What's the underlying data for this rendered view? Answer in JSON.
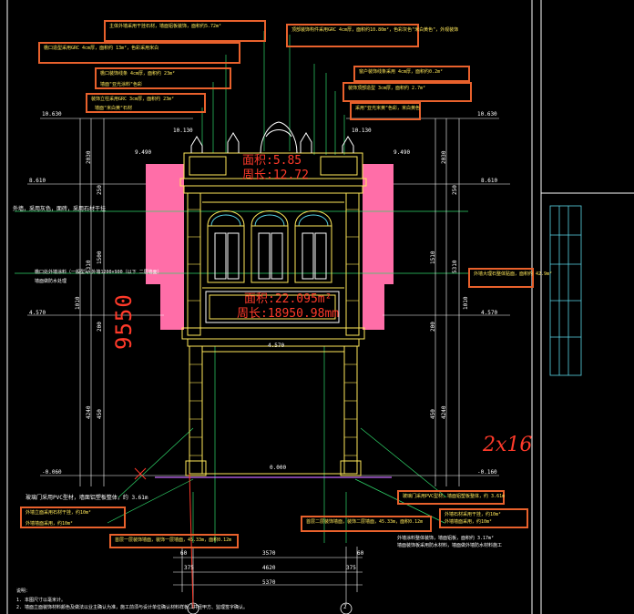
{
  "drawing": {
    "annotations_top": [
      {
        "id": "a1",
        "text": "主体外墙采用干挂石材，墙面铝板装饰，面积约5.72m²"
      },
      {
        "id": "a2",
        "text": "顶部装饰构件采用GRC 4cm厚，面积约10.80m²，色彩灰色\"米白黄色\"，外观装饰"
      },
      {
        "id": "a3",
        "text": "檐口造型采用GRC 4cm厚，面积约 13m²，色彩采用米白"
      },
      {
        "id": "a4",
        "text": "檐口装饰线条 4cm厚，面积约 23m²"
      },
      {
        "id": "a5",
        "text": "墙面\"亚光涂料\"色彩"
      },
      {
        "id": "a6",
        "text": "装饰立柱采用GRC 3cm厚，面积约 23m²"
      },
      {
        "id": "a7",
        "text": "墙面\"米白黄\"石材"
      },
      {
        "id": "a8",
        "text": "窗户装饰线条采用 4cm厚，面积约0.2m²"
      },
      {
        "id": "a9",
        "text": "装饰顶部造型 3cm厚，面积约 2.7m²"
      },
      {
        "id": "a10",
        "text": "采用\"亚光米黄\"色彩，米白黄色"
      }
    ],
    "annotations_right": [
      {
        "id": "r1",
        "text": "外墙大理石整体贴面，面积约 42.9m²"
      }
    ],
    "annotations_bottom": [
      {
        "id": "b1",
        "text": "玻璃门采用PVC型材，墙面铝塑板整体，约 3.61m"
      },
      {
        "id": "b2",
        "text": "外墙立面采用石材干挂，约10m²"
      },
      {
        "id": "b3",
        "text": "外墙墙面采用，约10m²"
      },
      {
        "id": "b4",
        "text": "首层一层装饰墙面，装饰一层墙面，45.33m，面积0.12m"
      },
      {
        "id": "b5",
        "text": "首层二层装饰墙面，装饰二层墙面，45.33m，面积0.12m"
      },
      {
        "id": "b6",
        "text": "玻璃门采用PVC型材，墙面铝塑板整体，约 3.61m"
      },
      {
        "id": "b7",
        "text": "外墙石材采用干挂，约10m²"
      },
      {
        "id": "b8",
        "text": "外墙墙面采用，约10m²"
      }
    ],
    "misc_labels": [
      {
        "id": "m1",
        "text": "外墙，采用灰色，面砖，采用石材干挂"
      },
      {
        "id": "m2",
        "text": "檐口处外墙涂料（一般型），外墙1200×900（以下 二层墙面）"
      },
      {
        "id": "m3",
        "text": "墙面做防水处理"
      },
      {
        "id": "m4",
        "text": "外墙涂料整体装饰，墙面铝板，面积约 3.17m²"
      },
      {
        "id": "m5",
        "text": "墙面装饰板采用防水材料，墙面做外墙防水材料施工"
      }
    ],
    "area_labels": {
      "top_area": "面积:5.85",
      "top_perim": "周长:12.72",
      "mid_area": "面积:22.095m²",
      "mid_perim": "周长:18950.98mm"
    },
    "big_dim": "9550",
    "hand_note": "2x16",
    "levels_left": [
      "10.630",
      "8.610",
      "4.570",
      "-0.060"
    ],
    "levels_right": [
      "10.630",
      "8.610",
      "4.570",
      "-0.160"
    ],
    "levels_inner": [
      "10.130",
      "9.490",
      "4.570",
      "0.000",
      "10.130",
      "9.490"
    ],
    "vdims_left": [
      "2030",
      "250",
      "1500",
      "200",
      "5310",
      "4240",
      "1010",
      "450"
    ],
    "vdims_right": [
      "2030",
      "250",
      "1510",
      "200",
      "5310",
      "4240",
      "1010",
      "450"
    ],
    "hdims_bottom": [
      "60",
      "3570",
      "60",
      "375",
      "4620",
      "375",
      "5370"
    ],
    "grid_axes": [
      "1",
      "2"
    ],
    "notes_title": "说明：",
    "notes": [
      "1. 本图尺寸以毫米计。",
      "2. 墙面立面装饰材料颜色及做法以业主确认为准，施工前须与设计单位确认材料样板，并经甲方、监理签字确认。"
    ],
    "colors": {
      "pink": "#ff6ea8",
      "yellow": "#ffe85a",
      "orange": "#e8612c",
      "green": "#2fd66a",
      "cyan": "#5ad6e8",
      "red": "#ff3a2a"
    }
  }
}
